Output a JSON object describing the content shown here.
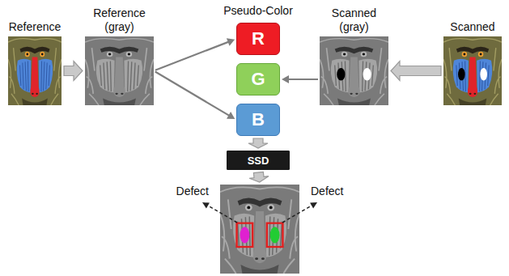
{
  "diagram": {
    "nodes": [
      {
        "text": [
          "Reference"
        ]
      },
      {
        "text": [
          "Reference (gray)"
        ]
      },
      {
        "text": [
          "R"
        ]
      },
      {
        "text": [
          "G"
        ]
      },
      {
        "text": [
          "B"
        ]
      },
      {
        "text": [
          "Scanned (gray)"
        ]
      },
      {
        "text": [
          "Scanned"
        ]
      },
      {
        "text": [
          "SSD"
        ]
      },
      {
        "text": [
          "Defect",
          "Defect"
        ]
      }
    ],
    "edges": [
      {
        "from": 0,
        "to": 1,
        "arrow": "to"
      },
      {
        "from": 1,
        "to": 2,
        "arrow": "to"
      },
      {
        "from": 1,
        "to": 4,
        "arrow": "to"
      },
      {
        "from": 5,
        "to": 3,
        "arrow": "to"
      },
      {
        "from": 6,
        "to": 5,
        "arrow": "to"
      },
      {
        "from": 4,
        "to": 7,
        "arrow": "to"
      },
      {
        "from": 7,
        "to": 8,
        "arrow": "to"
      }
    ],
    "labels": [
      "Pseudo-Color"
    ]
  }
}
